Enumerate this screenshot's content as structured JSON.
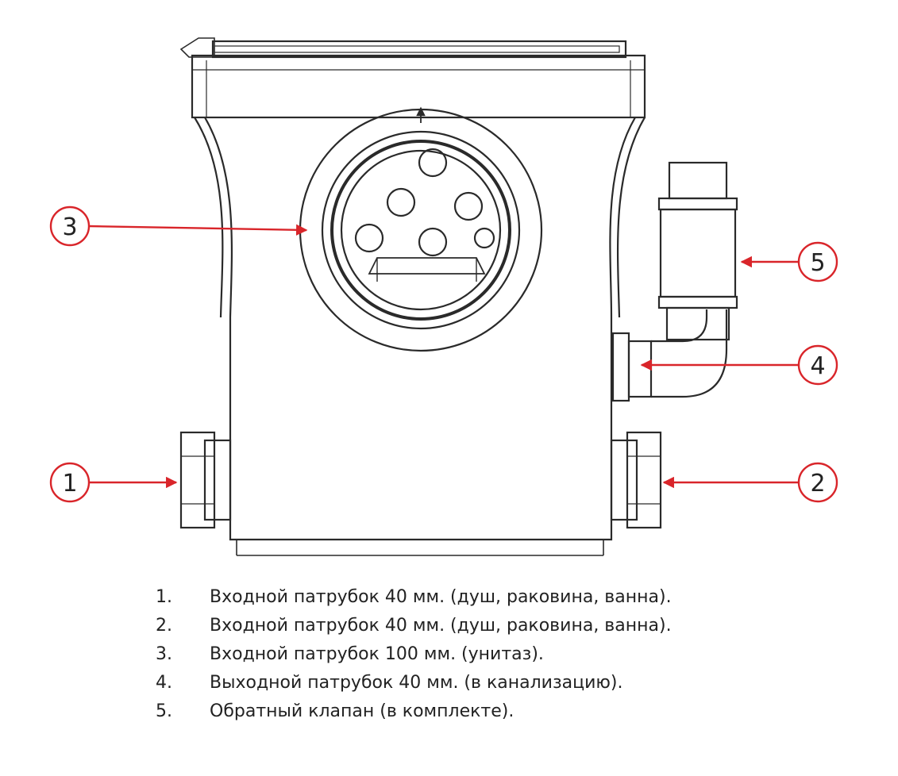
{
  "colors": {
    "callout": "#d9252a",
    "line": "#2a2a2a",
    "text": "#222222"
  },
  "callouts": [
    {
      "number": "1"
    },
    {
      "number": "2"
    },
    {
      "number": "3"
    },
    {
      "number": "4"
    },
    {
      "number": "5"
    }
  ],
  "legend": [
    {
      "number": "1.",
      "text": "Входной патрубок 40 мм. (душ, раковина, ванна)."
    },
    {
      "number": "2.",
      "text": "Входной патрубок 40 мм. (душ, раковина, ванна)."
    },
    {
      "number": "3.",
      "text": "Входной патрубок 100 мм. (унитаз)."
    },
    {
      "number": "4.",
      "text": "Выходной патрубок 40 мм. (в канализацию)."
    },
    {
      "number": "5.",
      "text": "Обратный клапан (в комплекте)."
    }
  ]
}
